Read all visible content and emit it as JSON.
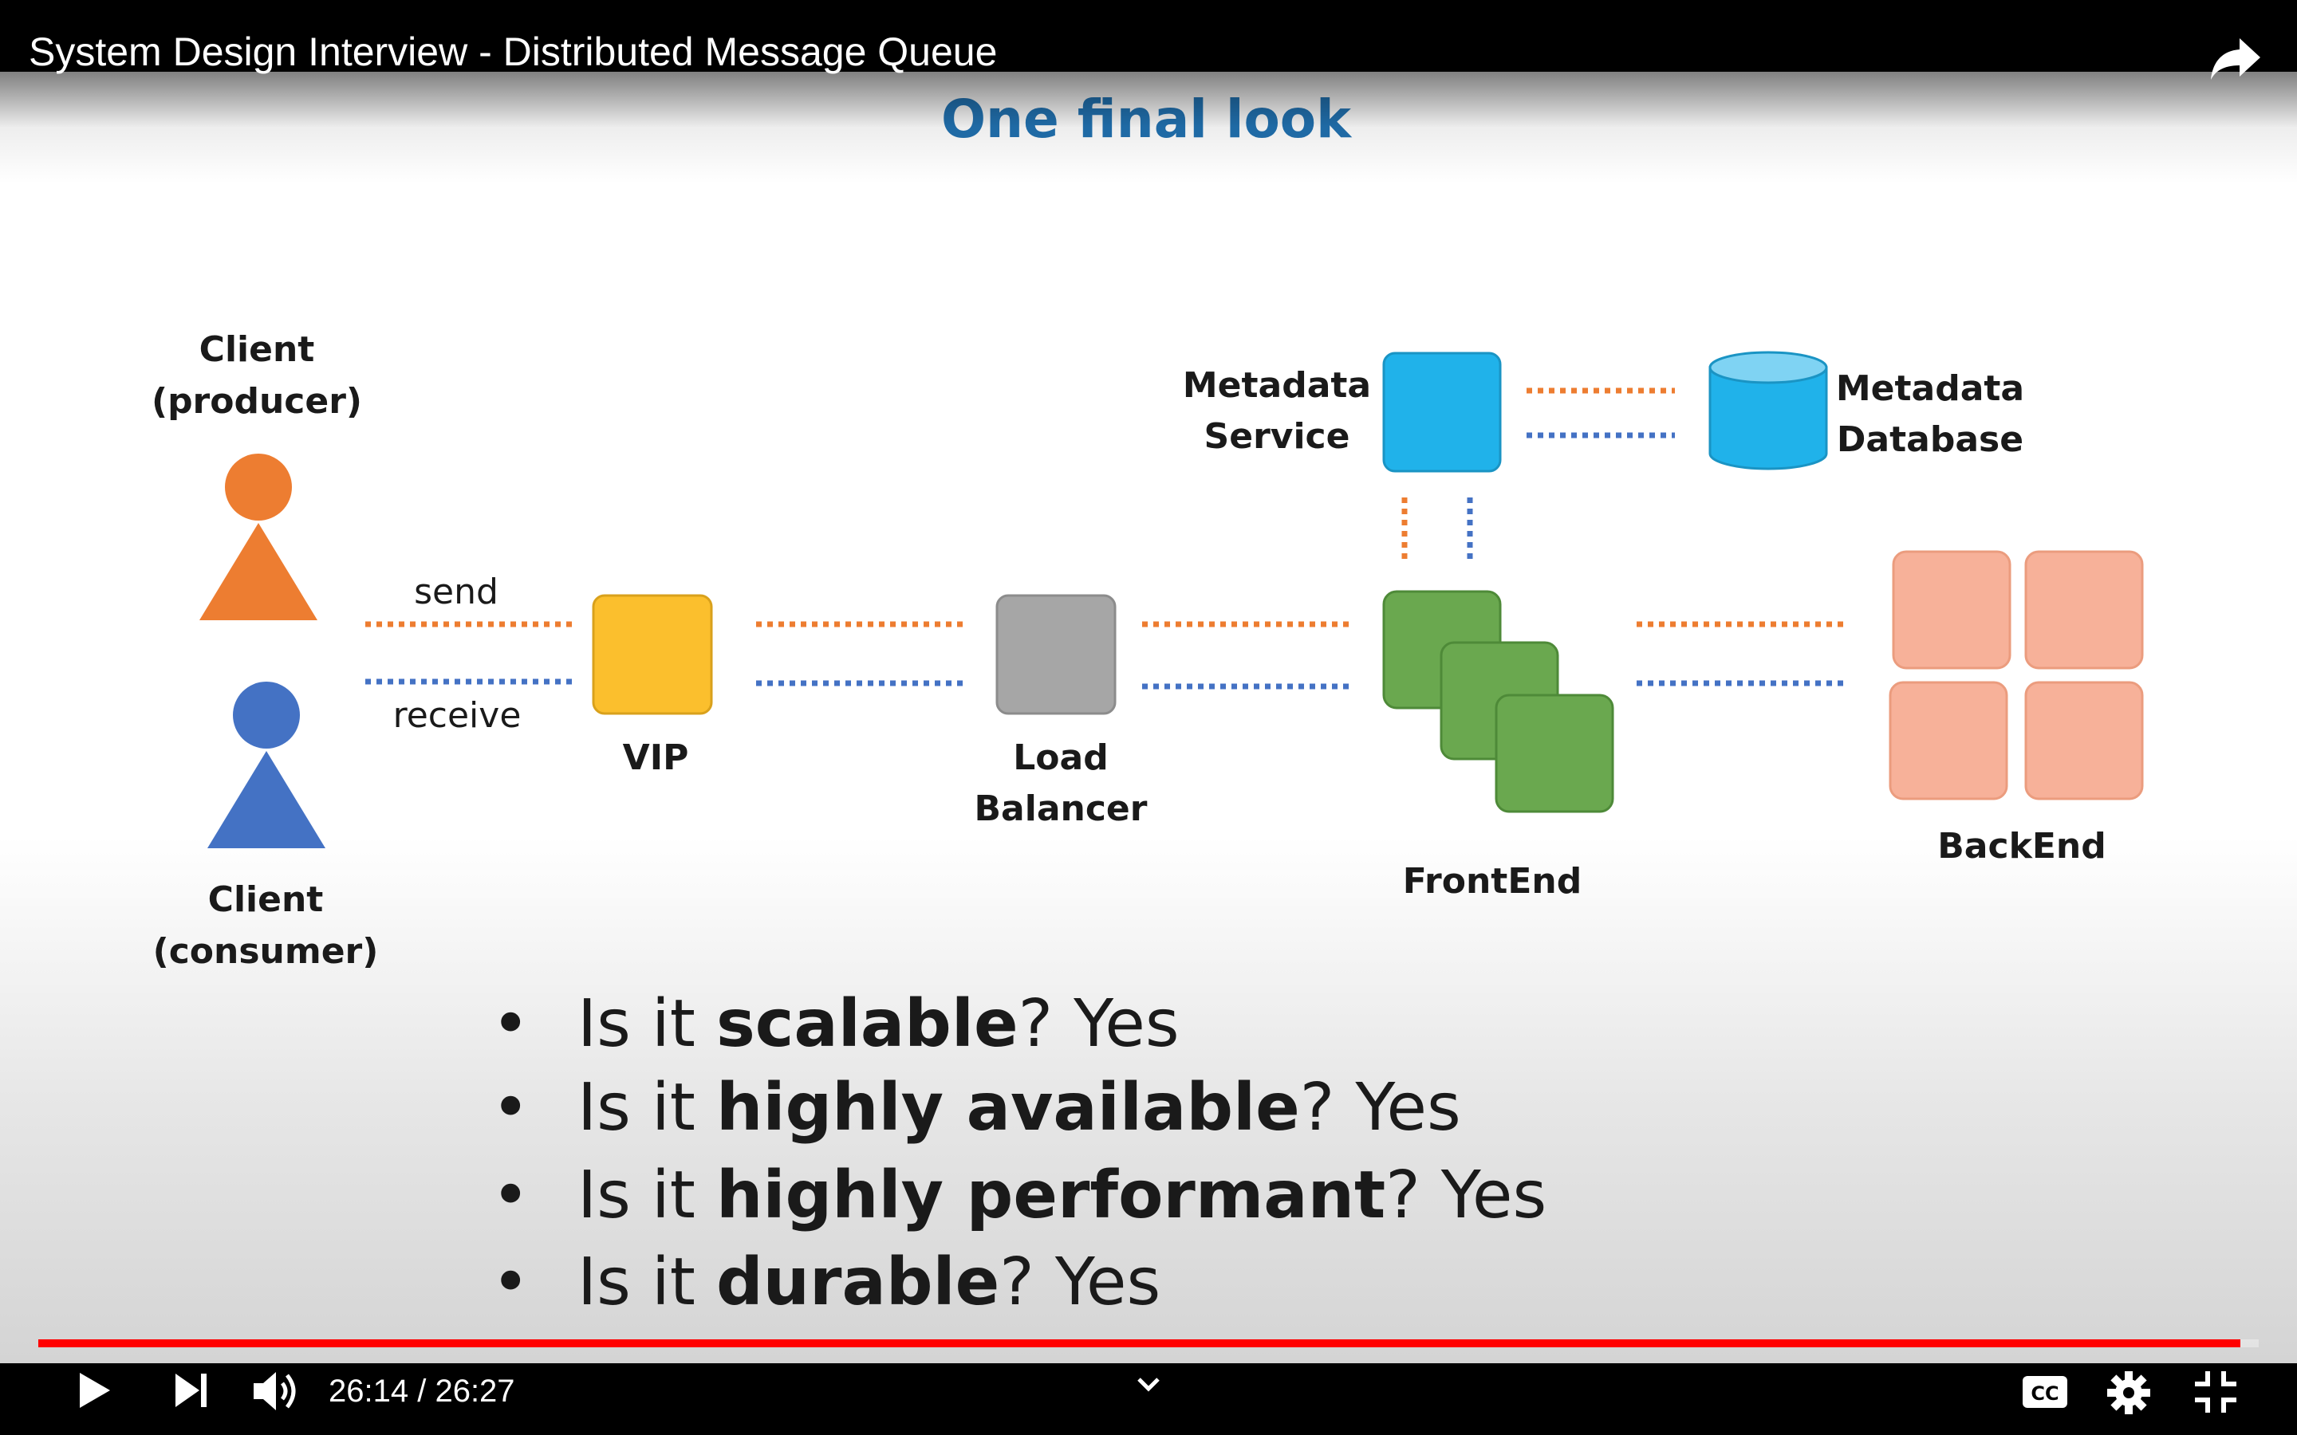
{
  "player": {
    "video_title": "System Design Interview - Distributed Message Queue",
    "time_current": "26:14",
    "time_total": "26:27",
    "time_separator": " / ",
    "progress_fraction": 0.9918,
    "accent_color": "#ff0000",
    "icons": [
      "share-icon",
      "play-icon",
      "next-icon",
      "volume-icon",
      "chevron-down-icon",
      "captions-icon",
      "settings-icon",
      "exit-fullscreen-icon"
    ]
  },
  "slide": {
    "title": "One final look",
    "colors": {
      "producer": "#ed7d31",
      "consumer": "#4472c4",
      "vip": "#fbbf2d",
      "load_balancer": "#a6a6a6",
      "metadata": "#20b2ea",
      "frontend": "#6aa84f",
      "backend": "#f7b199"
    },
    "diagram": {
      "producer_label_1": "Client",
      "producer_label_2": "(producer)",
      "consumer_label_1": "Client",
      "consumer_label_2": "(consumer)",
      "send_label": "send",
      "receive_label": "receive",
      "vip_label": "VIP",
      "lb_label_1": "Load",
      "lb_label_2": "Balancer",
      "metadata_service_label_1": "Metadata",
      "metadata_service_label_2": "Service",
      "metadata_db_label_1": "Metadata",
      "metadata_db_label_2": "Database",
      "frontend_label": "FrontEnd",
      "backend_label": "BackEnd"
    },
    "bullets": [
      {
        "prefix": "Is it ",
        "bold": "scalable",
        "suffix": "? Yes"
      },
      {
        "prefix": "Is it ",
        "bold": "highly available",
        "suffix": "? Yes"
      },
      {
        "prefix": "Is it ",
        "bold": "highly performant",
        "suffix": "? Yes"
      },
      {
        "prefix": "Is it ",
        "bold": "durable",
        "suffix": "? Yes"
      }
    ]
  }
}
